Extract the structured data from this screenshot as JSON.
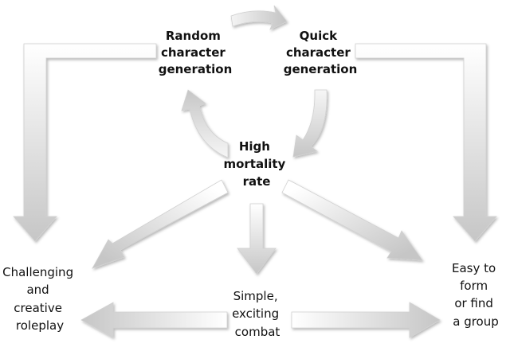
{
  "nodes": {
    "random": [
      "Random",
      "character",
      "generation"
    ],
    "quick": [
      "Quick",
      "character",
      "generation"
    ],
    "mortality": [
      "High",
      "mortality",
      "rate"
    ],
    "roleplay": [
      "Challenging",
      "and",
      "creative",
      "roleplay"
    ],
    "combat": [
      "Simple,",
      "exciting",
      "combat"
    ],
    "group": [
      "Easy to",
      "form",
      "or find",
      "a group"
    ]
  },
  "colors": {
    "arrow_light": "#ffffff",
    "arrow_dark": "#c9c9c9",
    "text": "#111111"
  }
}
